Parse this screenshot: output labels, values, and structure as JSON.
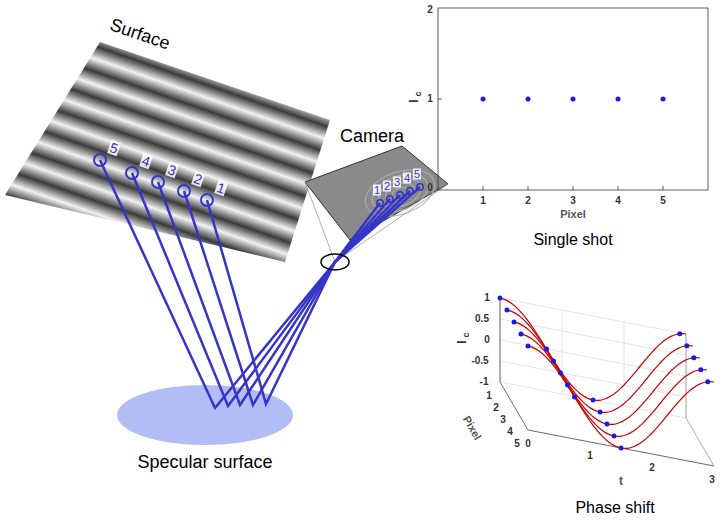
{
  "diagram": {
    "labels": [
      "Surface",
      "5",
      "4",
      "3",
      "2",
      "1",
      "Camera",
      "1",
      "2",
      "3",
      "4",
      "5",
      "Specular surface",
      "2",
      "1",
      "0",
      "I",
      "c",
      "1",
      "2",
      "3",
      "4",
      "5",
      "Pixel",
      "Single shot",
      "1",
      "0.5",
      "0",
      "-0.5",
      "-1",
      "I",
      "c",
      "1",
      "2",
      "3",
      "4",
      "5",
      "Pixel",
      "0",
      "1",
      "2",
      "3",
      "t",
      "Phase shift"
    ]
  }
}
